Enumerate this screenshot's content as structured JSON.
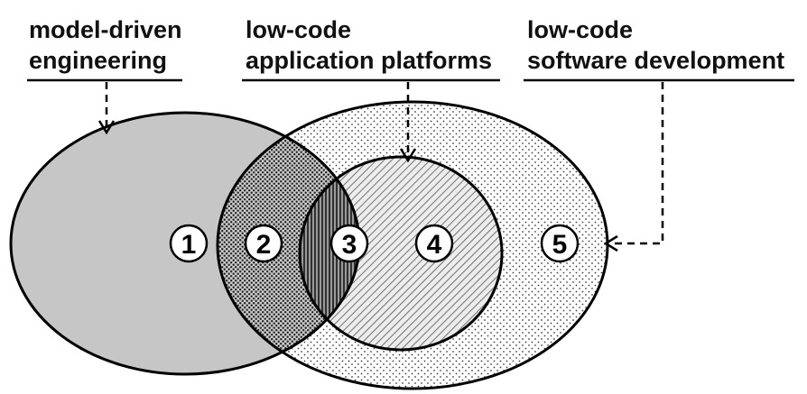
{
  "labels": {
    "mde": {
      "line1": "model-driven",
      "line2": "engineering"
    },
    "lcap": {
      "line1": "low-code",
      "line2": "application platforms"
    },
    "lcsd": {
      "line1": "low-code",
      "line2": "software development"
    }
  },
  "regions": [
    "1",
    "2",
    "3",
    "4",
    "5"
  ]
}
